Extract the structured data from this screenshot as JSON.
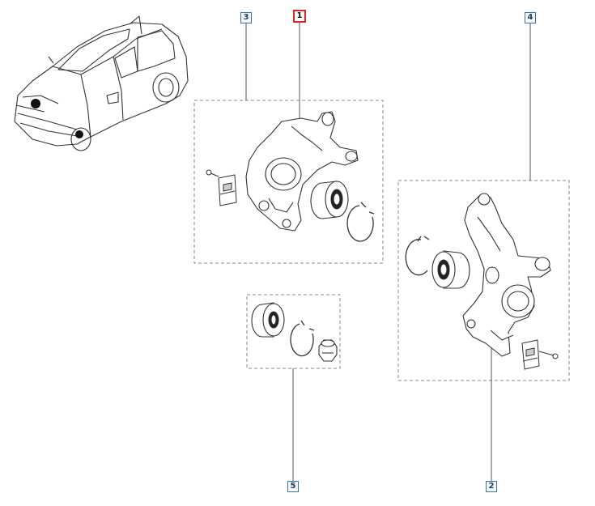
{
  "diagram": {
    "callouts": [
      {
        "id": "c3",
        "label": "3"
      },
      {
        "id": "c1",
        "label": "1",
        "selected": true
      },
      {
        "id": "c4",
        "label": "4"
      },
      {
        "id": "c5",
        "label": "5"
      },
      {
        "id": "c2",
        "label": "2"
      }
    ],
    "colors": {
      "callout_border": "#3f6fa8",
      "selected_border": "#d9262b",
      "line": "#555555",
      "dashed_box": "#888888"
    },
    "icons": {
      "vehicle": "car-outline-icon",
      "knuckle": "steering-knuckle-icon",
      "bearing": "wheel-bearing-icon",
      "circlip": "circlip-ring-icon",
      "bolt": "bolt-icon",
      "nut": "hub-nut-icon",
      "shield": "abs-shield-plate-icon"
    }
  }
}
